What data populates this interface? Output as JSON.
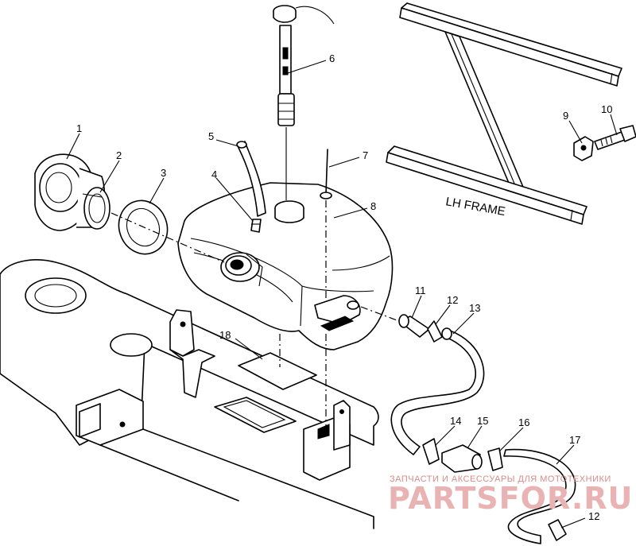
{
  "callouts": [
    {
      "id": "c1",
      "text": "1"
    },
    {
      "id": "c2",
      "text": "2"
    },
    {
      "id": "c3",
      "text": "3"
    },
    {
      "id": "c4",
      "text": "4"
    },
    {
      "id": "c5",
      "text": "5"
    },
    {
      "id": "c6",
      "text": "6"
    },
    {
      "id": "c7",
      "text": "7"
    },
    {
      "id": "c8",
      "text": "8"
    },
    {
      "id": "c9",
      "text": "9"
    },
    {
      "id": "c10",
      "text": "10"
    },
    {
      "id": "c11",
      "text": "11"
    },
    {
      "id": "c12a",
      "text": "12"
    },
    {
      "id": "c13",
      "text": "13"
    },
    {
      "id": "c14",
      "text": "14"
    },
    {
      "id": "c15",
      "text": "15"
    },
    {
      "id": "c16",
      "text": "16"
    },
    {
      "id": "c17",
      "text": "17"
    },
    {
      "id": "c18",
      "text": "18"
    },
    {
      "id": "c12b",
      "text": "12"
    }
  ],
  "frame_label": "LH FRAME",
  "watermark": {
    "tagline": "ЗАПЧАСТИ И АКСЕССУАРЫ ДЛЯ МОТОТЕХНИКИ",
    "brand": "PARTSFOR.RU",
    "color": "#e9b3b3"
  }
}
